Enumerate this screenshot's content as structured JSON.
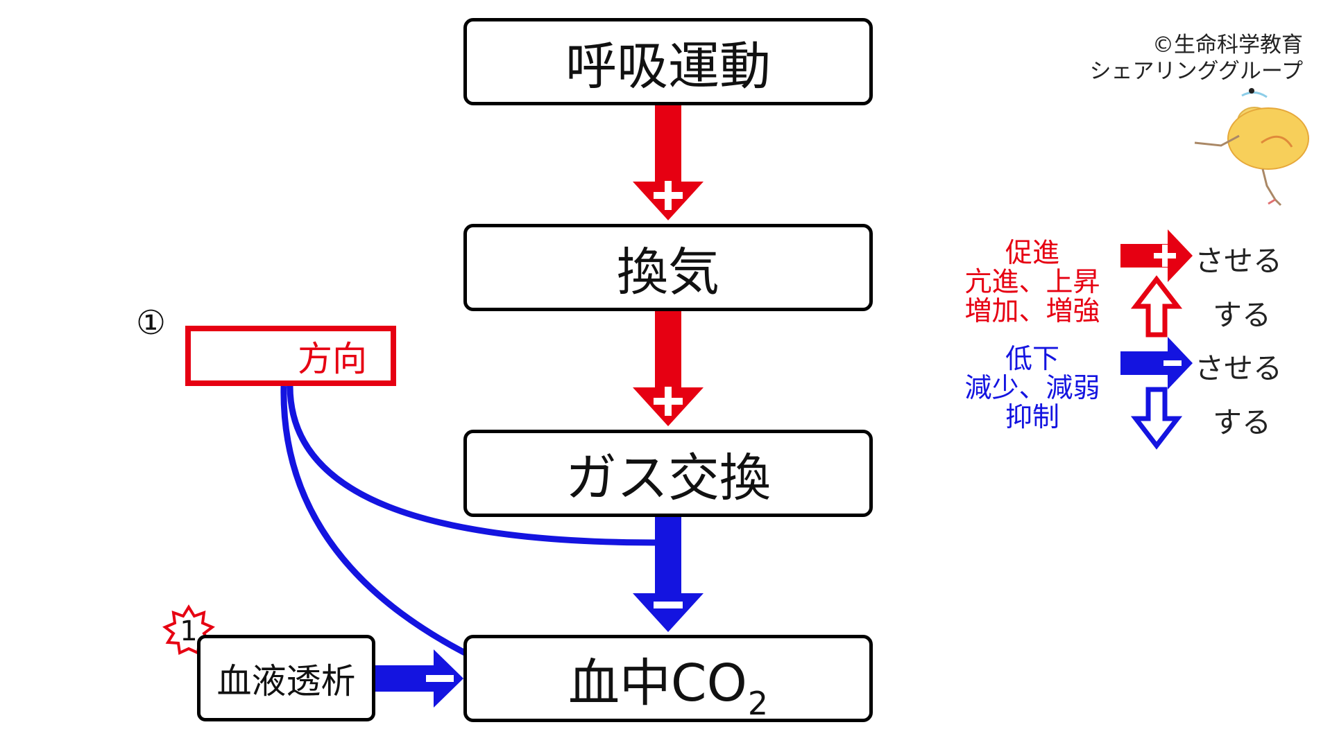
{
  "copyright": {
    "line1": "©生命科学教育",
    "line2": "シェアリンググループ"
  },
  "boxes": {
    "breathing": "呼吸運動",
    "ventilation": "換気",
    "gas_exchange": "ガス交換",
    "blood_co2_prefix": "血中CO",
    "blood_co2_subscript": "2",
    "dialysis": "血液透析",
    "direction": "方向"
  },
  "question_number": "①",
  "badge_number": "1",
  "legend": {
    "red_label_1": "促進",
    "red_label_2": "亢進、上昇",
    "red_label_3": "増加、増強",
    "blue_label_1": "低下",
    "blue_label_2": "減少、減弱",
    "blue_label_3": "抑制",
    "red_solid_suffix": "させる",
    "red_outline_suffix": "する",
    "blue_solid_suffix": "させる",
    "blue_outline_suffix": "する"
  },
  "colors": {
    "red": "#e60012",
    "blue": "#1414e0",
    "box_border": "#000000"
  }
}
